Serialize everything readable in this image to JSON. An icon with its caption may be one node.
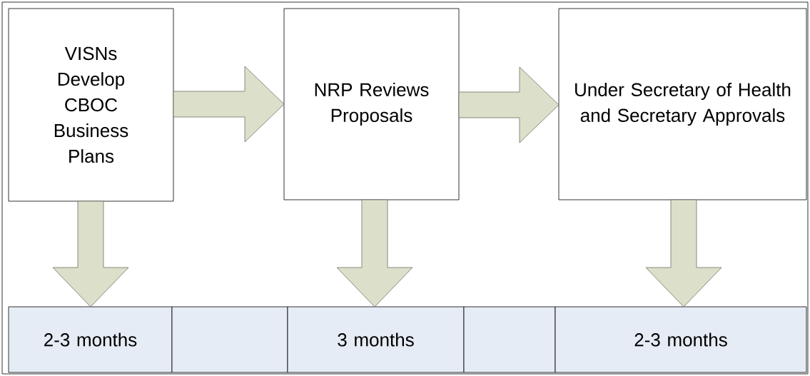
{
  "diagram": {
    "nodes": [
      {
        "text": [
          "VISNs Develop CBOC Business Plans"
        ]
      },
      {
        "text": [
          "NRP Reviews Proposals"
        ]
      },
      {
        "text": [
          "Under Secretary of Health and Secretary Approvals"
        ]
      },
      {
        "text": [
          "2-3 months"
        ]
      },
      {
        "text": [],
        "shape": "box"
      },
      {
        "text": [
          "3 months"
        ]
      },
      {
        "text": [],
        "shape": "box"
      },
      {
        "text": [
          "2-3 months"
        ]
      }
    ],
    "edges": [
      {
        "from": 0,
        "to": 1,
        "arrow": "to"
      },
      {
        "from": 1,
        "to": 2,
        "arrow": "to"
      },
      {
        "from": 0,
        "to": 3,
        "arrow": "to"
      },
      {
        "from": 1,
        "to": 5,
        "arrow": "to"
      },
      {
        "from": 2,
        "to": 7,
        "arrow": "to"
      }
    ]
  }
}
